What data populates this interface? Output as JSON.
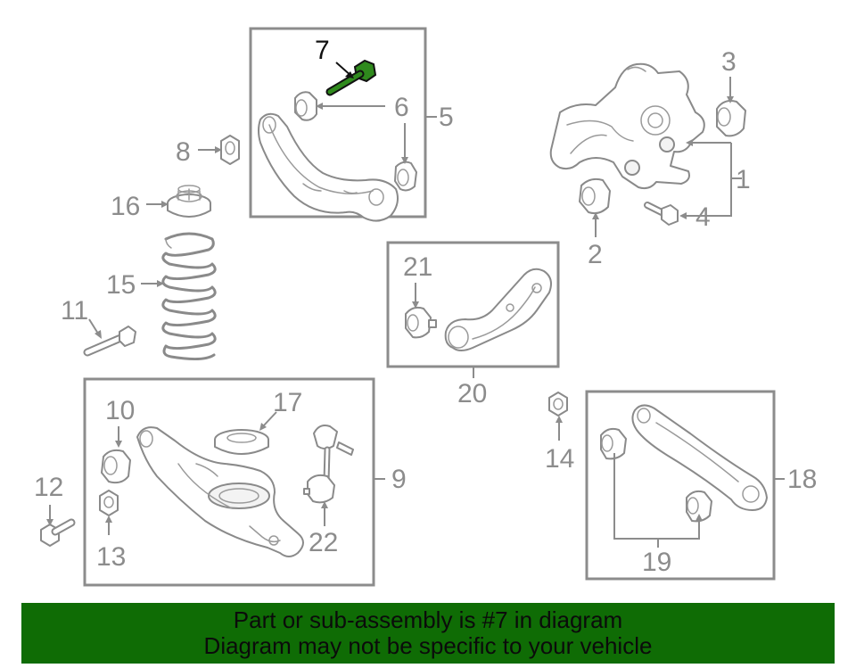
{
  "highlight_color": "#0f6c05",
  "highlighted_callout": "7",
  "callouts": {
    "c1": "1",
    "c2": "2",
    "c3": "3",
    "c4": "4",
    "c5": "5",
    "c6": "6",
    "c7": "7",
    "c8": "8",
    "c9": "9",
    "c10": "10",
    "c11": "11",
    "c12": "12",
    "c13": "13",
    "c14": "14",
    "c15": "15",
    "c16": "16",
    "c17": "17",
    "c18": "18",
    "c19": "19",
    "c20": "20",
    "c21": "21",
    "c22": "22"
  },
  "banner": {
    "line1": "Part or sub-assembly is #7 in diagram",
    "line2": "Diagram may not be specific to your vehicle"
  }
}
